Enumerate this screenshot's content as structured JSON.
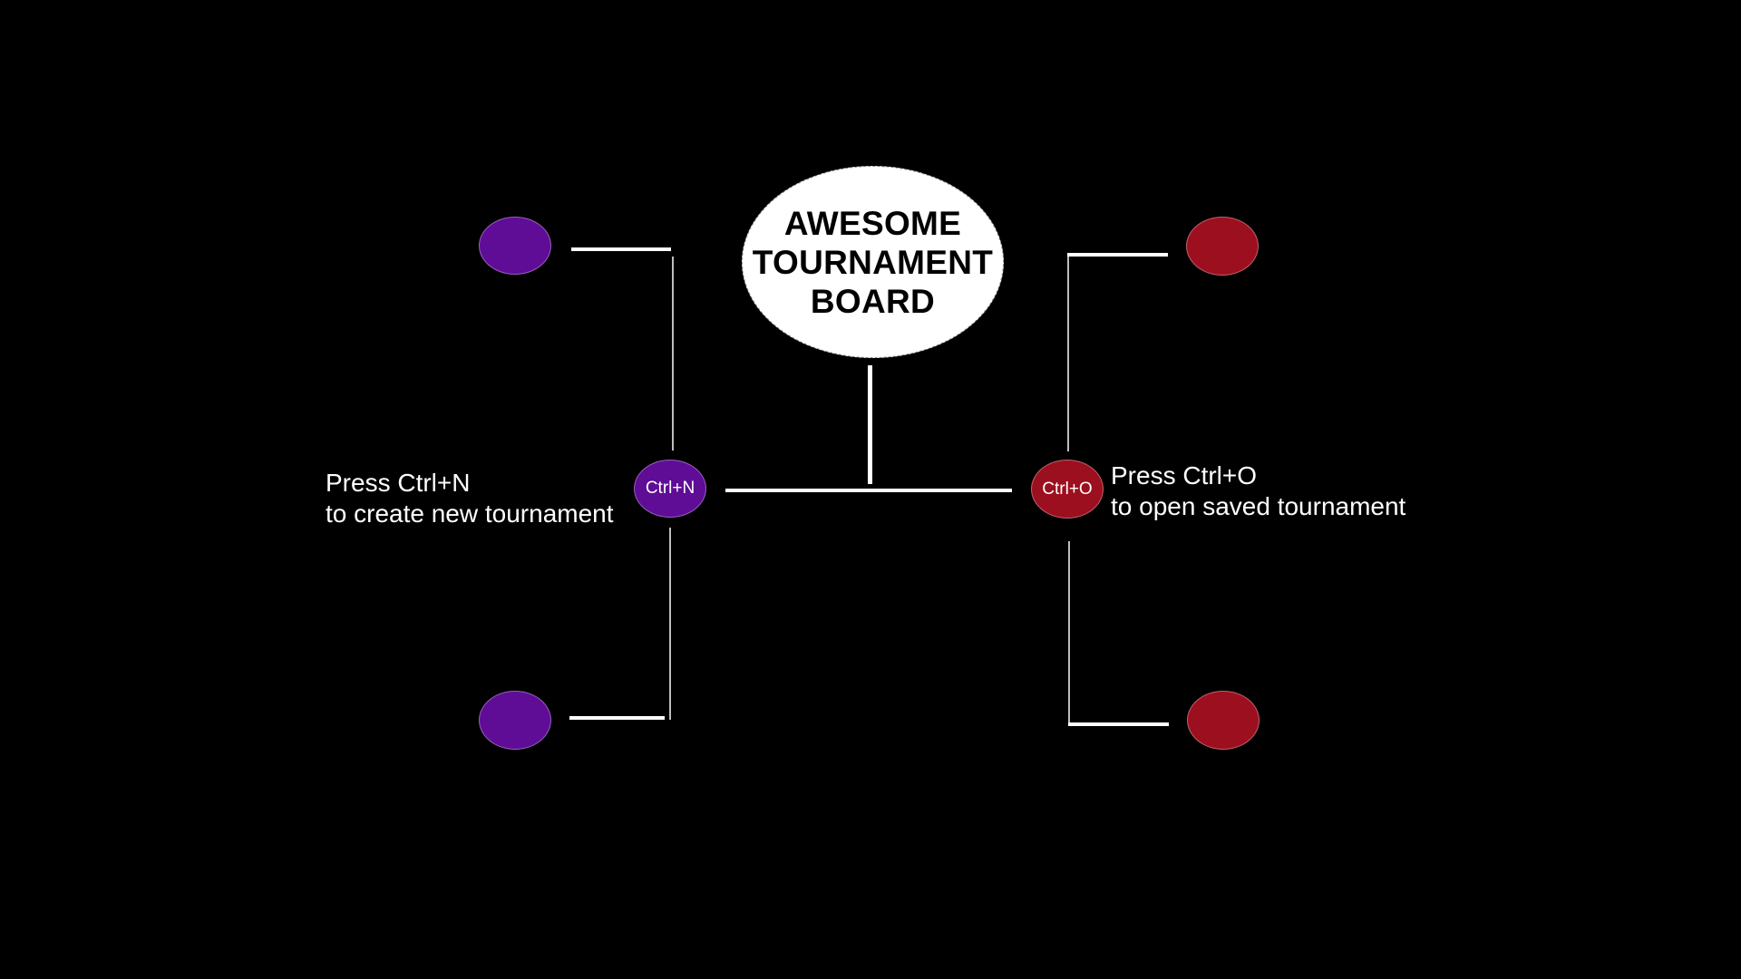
{
  "title": {
    "line1": "AWESOME",
    "line2": "TOURNAMENT",
    "line3": "BOARD"
  },
  "new_tournament": {
    "key_label": "Ctrl+N",
    "hint_line1": "Press Ctrl+N",
    "hint_line2": "to create new tournament",
    "color": "#5f0c96"
  },
  "open_tournament": {
    "key_label": "Ctrl+O",
    "hint_line1": "Press Ctrl+O",
    "hint_line2": "to open saved tournament",
    "color": "#9c0f1f"
  },
  "colors": {
    "background": "#000000",
    "connector": "#ffffff",
    "title_bubble": "#ffffff"
  }
}
